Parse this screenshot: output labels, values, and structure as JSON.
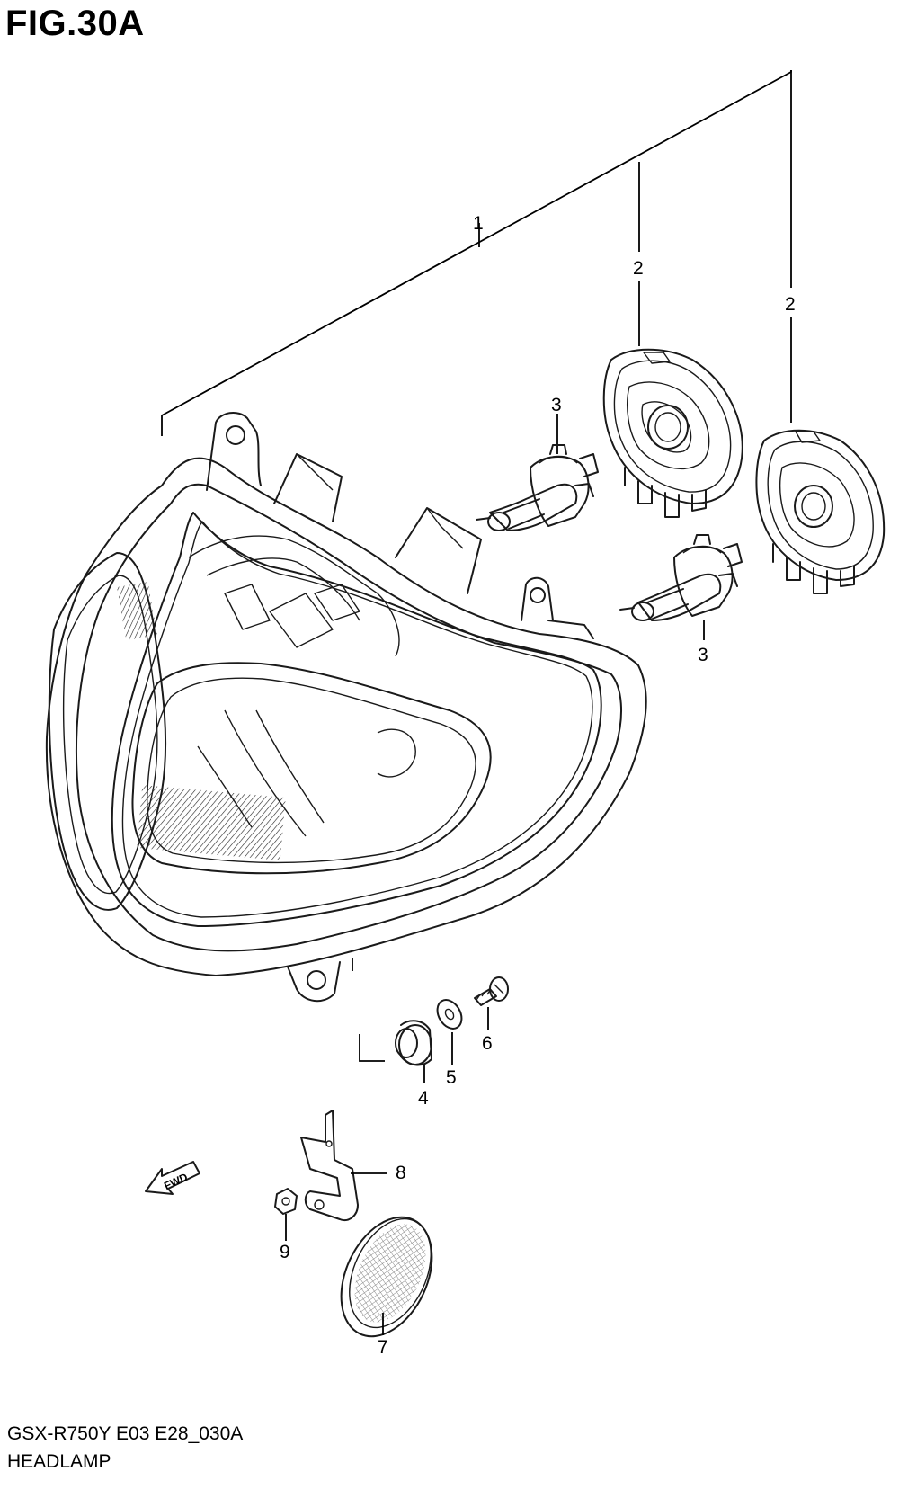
{
  "figure": {
    "title": "FIG.30A"
  },
  "footer": {
    "model_code": "GSX-R750Y E03 E28_030A",
    "section_name": "HEADLAMP"
  },
  "fwd_label": "FWD",
  "callouts": {
    "c1": "1",
    "c2a": "2",
    "c2b": "2",
    "c3a": "3",
    "c3b": "3",
    "c4": "4",
    "c5": "5",
    "c6": "6",
    "c7": "7",
    "c8": "8",
    "c9": "9"
  }
}
